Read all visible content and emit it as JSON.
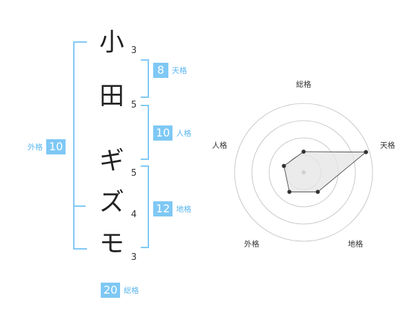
{
  "name": {
    "chars": [
      {
        "char": "小",
        "strokes": "3"
      },
      {
        "char": "田",
        "strokes": "5"
      },
      {
        "char": "ギ",
        "strokes": "5"
      },
      {
        "char": "ズ",
        "strokes": "4"
      },
      {
        "char": "モ",
        "strokes": "3"
      }
    ]
  },
  "fortune": {
    "tenkaku": {
      "value": "8",
      "label": "天格"
    },
    "jinkaku": {
      "value": "10",
      "label": "人格"
    },
    "chikaku": {
      "value": "12",
      "label": "地格"
    },
    "gaikaku": {
      "value": "10",
      "label": "外格"
    },
    "soukaku": {
      "value": "20",
      "label": "総格"
    }
  },
  "radar": {
    "axes": [
      "総格",
      "天格",
      "地格",
      "外格",
      "人格"
    ],
    "values": [
      0.3,
      0.95,
      0.35,
      0.35,
      0.3
    ],
    "rings": 4,
    "colors": {
      "ring": "#bbbbbb",
      "fill": "#e6e6e6",
      "stroke": "#333333",
      "point": "#333333",
      "center": "#d0d0d0"
    }
  },
  "colors": {
    "accent": "#7ec8f5"
  }
}
